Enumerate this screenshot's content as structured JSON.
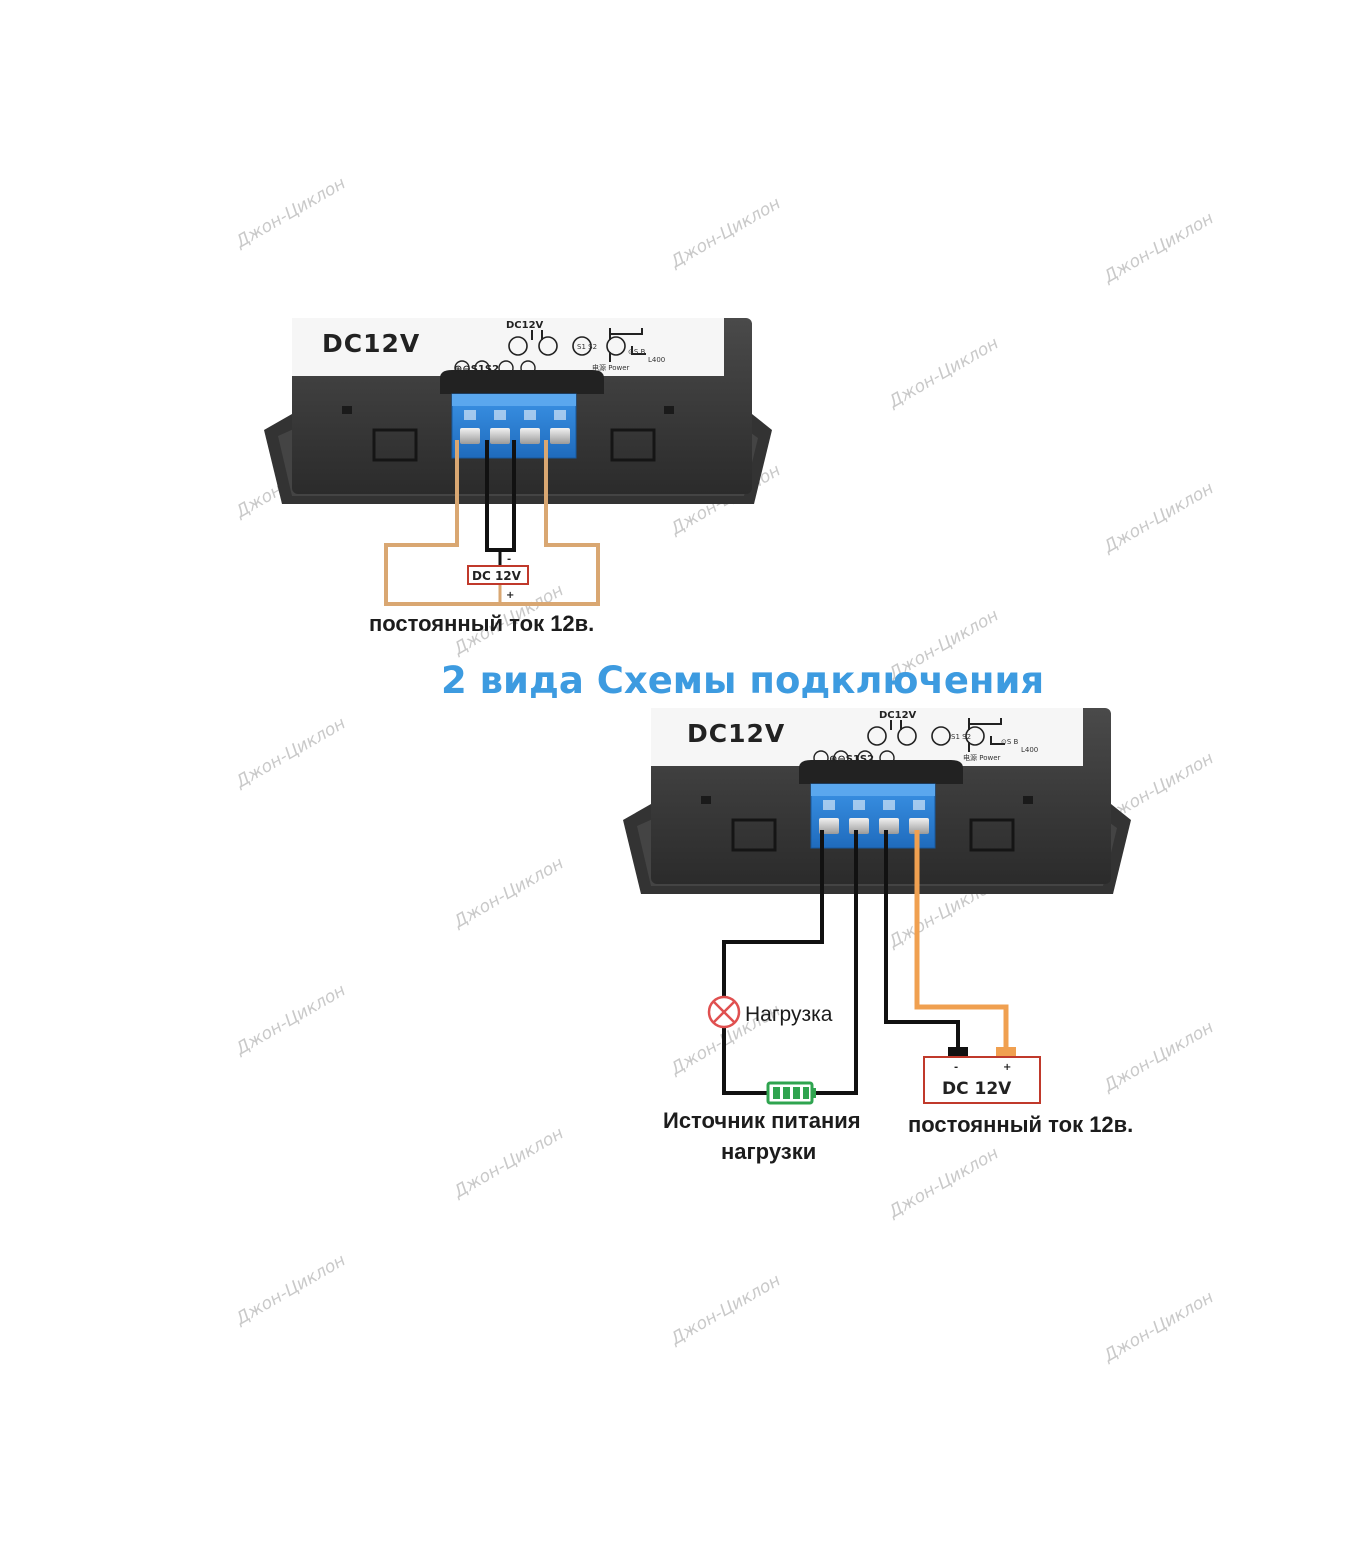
{
  "watermark": "Джон-Циклон",
  "title": "2 вида Схемы подключения",
  "device": {
    "model_label": "DC12V",
    "terminal_header": "DC12V",
    "bottom_marks": "⊕⊖S1S2",
    "relay_marks": "S1 S2",
    "power_mark": "电源 Power",
    "power_mark_small": "⊙S  B",
    "power_mark_sub": "L400"
  },
  "diagram1": {
    "battery_label": "DC 12V",
    "minus_sign": "-",
    "plus_sign": "+",
    "caption": "постоянный ток 12в."
  },
  "diagram2": {
    "load_label": "Нагрузка",
    "load_supply_line1": "Источник питания",
    "load_supply_line2": "нагрузки",
    "battery_label": "DC 12V",
    "minus_sign": "-",
    "plus_sign": "+",
    "caption": "постоянный ток 12в."
  },
  "colors": {
    "title": "#3d9be0",
    "wire_tan": "#d9a772",
    "wire_orange": "#f0a050",
    "wire_black": "#111111",
    "terminal_blue": "#2e7fd0",
    "housing": "#3a3a3a",
    "battery_red": "#c0392b",
    "load_red": "#e05050",
    "load_supply_green": "#2fa44f"
  }
}
